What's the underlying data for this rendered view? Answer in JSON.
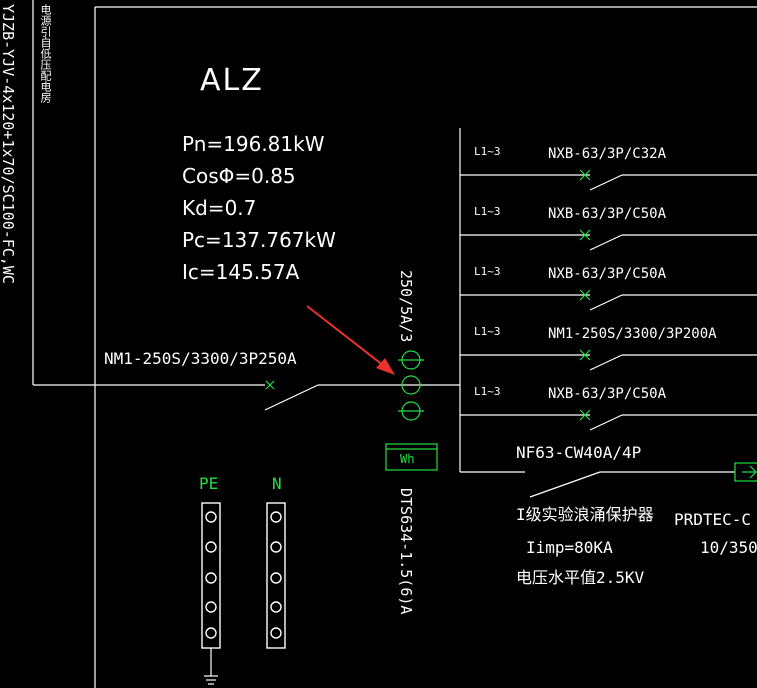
{
  "panel": {
    "name": "ALZ"
  },
  "feeder": {
    "cable": "YJZB-YJV-4x120+1x70/SC100-FC,WC",
    "source_note": "电源引自低压配电房"
  },
  "params": {
    "pn": "Pn=196.81kW",
    "cos": "CosΦ=0.85",
    "kd": "Kd=0.7",
    "pc": "Pc=137.767kW",
    "ic": "Ic=145.57A"
  },
  "main_breaker": "NM1-250S/3300/3P250A",
  "ct": "250/5A/3",
  "meter": {
    "label": "Wh",
    "model": "DTS634-1.5(6)A"
  },
  "branches": [
    {
      "phase": "L1~3",
      "breaker": "NXB-63/3P/C32A"
    },
    {
      "phase": "L1~3",
      "breaker": "NXB-63/3P/C50A"
    },
    {
      "phase": "L1~3",
      "breaker": "NXB-63/3P/C50A"
    },
    {
      "phase": "L1~3",
      "breaker": "NM1-250S/3300/3P200A"
    },
    {
      "phase": "L1~3",
      "breaker": "NXB-63/3P/C50A"
    }
  ],
  "spd": {
    "breaker": "NF63-CW40A/4P",
    "desc": "I级实验浪涌保护器",
    "iimp": "Iimp=80KA",
    "level": "电压水平值2.5KV",
    "model": "PRDTEC-C",
    "rating": "10/350"
  },
  "buses": {
    "pe": "PE",
    "n": "N"
  },
  "colors": {
    "line": "#ffffff",
    "green": "#22e040",
    "arrow": "#e8322a",
    "background": "#000000"
  }
}
